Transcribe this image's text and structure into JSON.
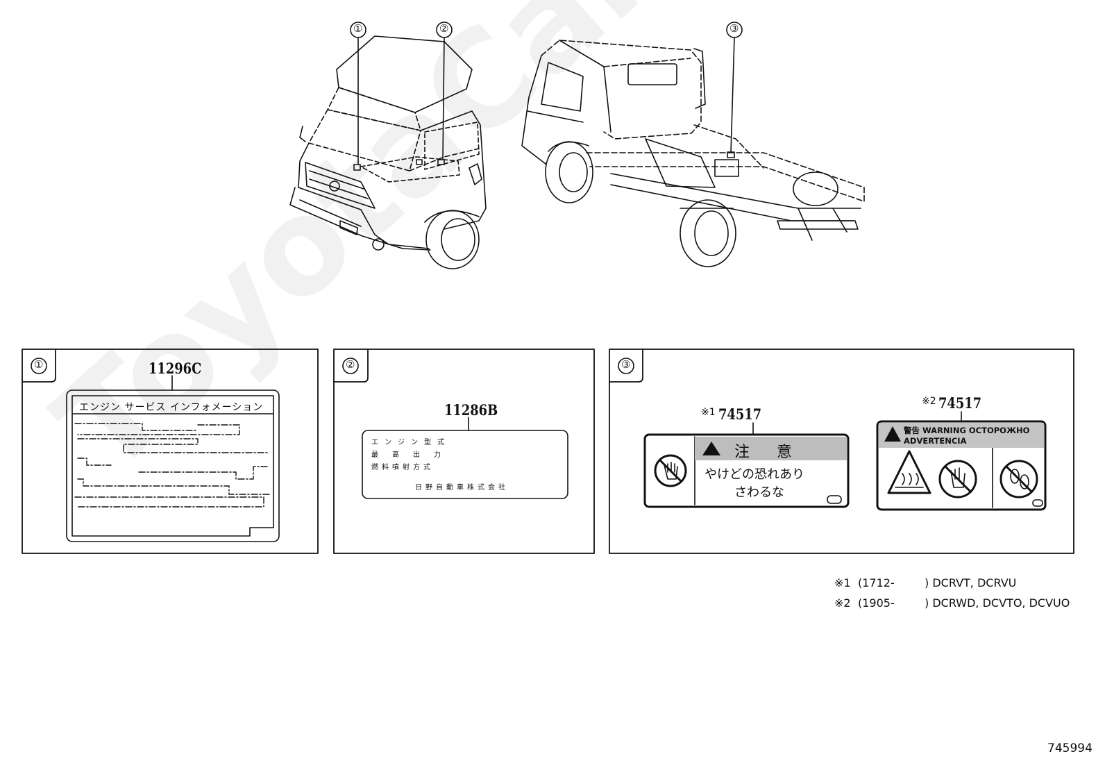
{
  "watermark": "ToyotaCarMine.ru",
  "callouts": [
    "①",
    "②",
    "③"
  ],
  "panels": [
    {
      "index": "①",
      "part_number": "11296C",
      "label_title": "エンジン サービス インフォメーション"
    },
    {
      "index": "②",
      "part_number": "11286B",
      "label_lines": [
        "エンジン型式",
        "最高出力",
        "燃料噴射方式"
      ],
      "label_footer": "日野自動車株式会社"
    },
    {
      "index": "③",
      "labels": [
        {
          "ref": "※1",
          "part_number": "74517",
          "header": "注 意",
          "text_line1": "やけどの恐れあり",
          "text_line2": "さわるな"
        },
        {
          "ref": "※2",
          "part_number": "74517",
          "header_line1": "警告 WARNING ОСТОРОЖНО",
          "header_line2": "ADVERTENCIA"
        }
      ]
    }
  ],
  "notes": [
    {
      "ref": "※1",
      "range": "(1712-",
      "models": ")  DCRVT, DCRVU"
    },
    {
      "ref": "※2",
      "range": "(1905-",
      "models": ")  DCRWD, DCVTO, DCVUO"
    }
  ],
  "diagram_id": "745994"
}
